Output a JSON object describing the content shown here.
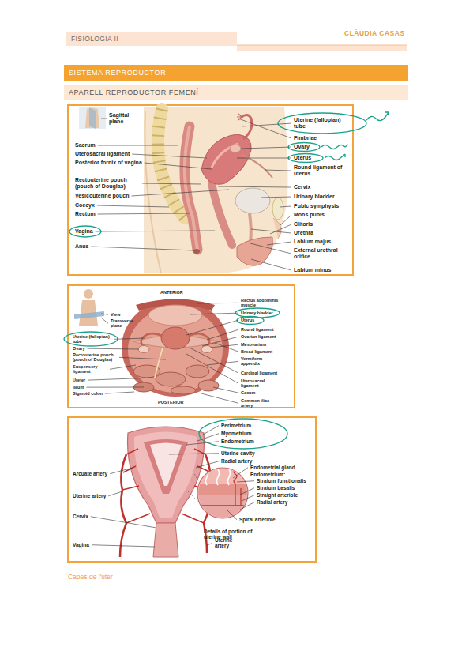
{
  "diagram": {
    "caption": "Capes de l'úter",
    "nodes": [
      {
        "text": [
          "FISIOLOGIA II"
        ]
      },
      {
        "text": [
          "SISTEMA REPRODUCTOR"
        ]
      },
      {
        "text": [
          "APARELL REPRODUCTOR FEMENÍ"
        ]
      }
    ],
    "labels": [
      "CLÀUDIA CASAS",
      "Sagittal plane",
      "Sacrum",
      "Uterosacral ligament",
      "Posterior fornix of vagina",
      "Rectouterine pouch (pouch of Douglas)",
      "Vesicouterine pouch",
      "Coccyx",
      "Rectum",
      "Vagina",
      "Anus",
      "Uterine (fallopian) tube",
      "Fimbriae",
      "Ovary",
      "Uterus",
      "Round ligament of uterus",
      "Cervix",
      "Urinary bladder",
      "Pubic symphysis",
      "Mons pubis",
      "Clitoris",
      "Urethra",
      "Labium majus",
      "External urethral orifice",
      "Labium minus",
      "View",
      "Transverse plane",
      "ANTERIOR",
      "Rectus abdominis muscle",
      "Urinary bladder",
      "Uterus",
      "Round ligament",
      "Ovarian ligament",
      "Mesovarium",
      "Broad ligament",
      "Vermiform appendix",
      "Cardinal ligament",
      "Uterosacral ligament",
      "Cecum",
      "Common iliac artery",
      "Uterine (fallopian) tube",
      "Ovary",
      "Rectouterine pouch (pouch of Douglas)",
      "Suspensory ligament",
      "Ureter",
      "Ileum",
      "Sigmoid colon",
      "POSTERIOR",
      "Perimetrium",
      "Myometrium",
      "Endometrium",
      "Uterine cavity",
      "Radial artery",
      "Endometrial gland",
      "Endometrium:",
      "Stratum functionalis",
      "Stratum basalis",
      "Straight arteriole",
      "Radial artery",
      "Spiral arteriole",
      "Details of portion of uterine wall",
      "Arcuate artery",
      "Uterine artery",
      "Cervix",
      "Vagina",
      "Uterine artery"
    ]
  }
}
